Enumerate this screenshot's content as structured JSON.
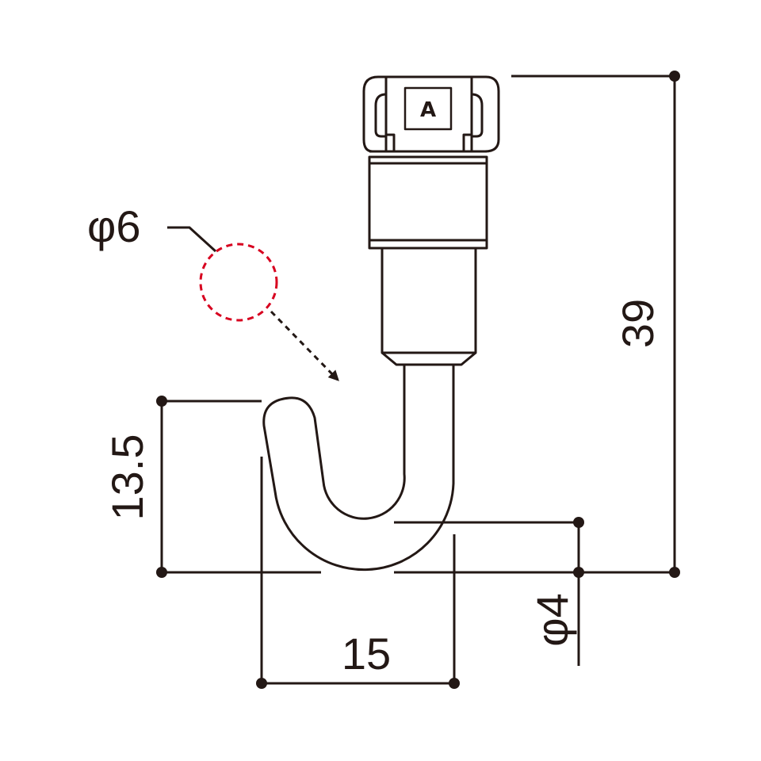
{
  "drawing": {
    "dimension_labels": {
      "hole_diameter": "φ6",
      "wire_diameter": "φ4",
      "overall_height": "39",
      "hook_height": "13.5",
      "hook_width": "15"
    },
    "logo_mark": "A",
    "colors": {
      "line": "#231815",
      "hole_outline": "#d7001f",
      "background": "#ffffff"
    }
  }
}
